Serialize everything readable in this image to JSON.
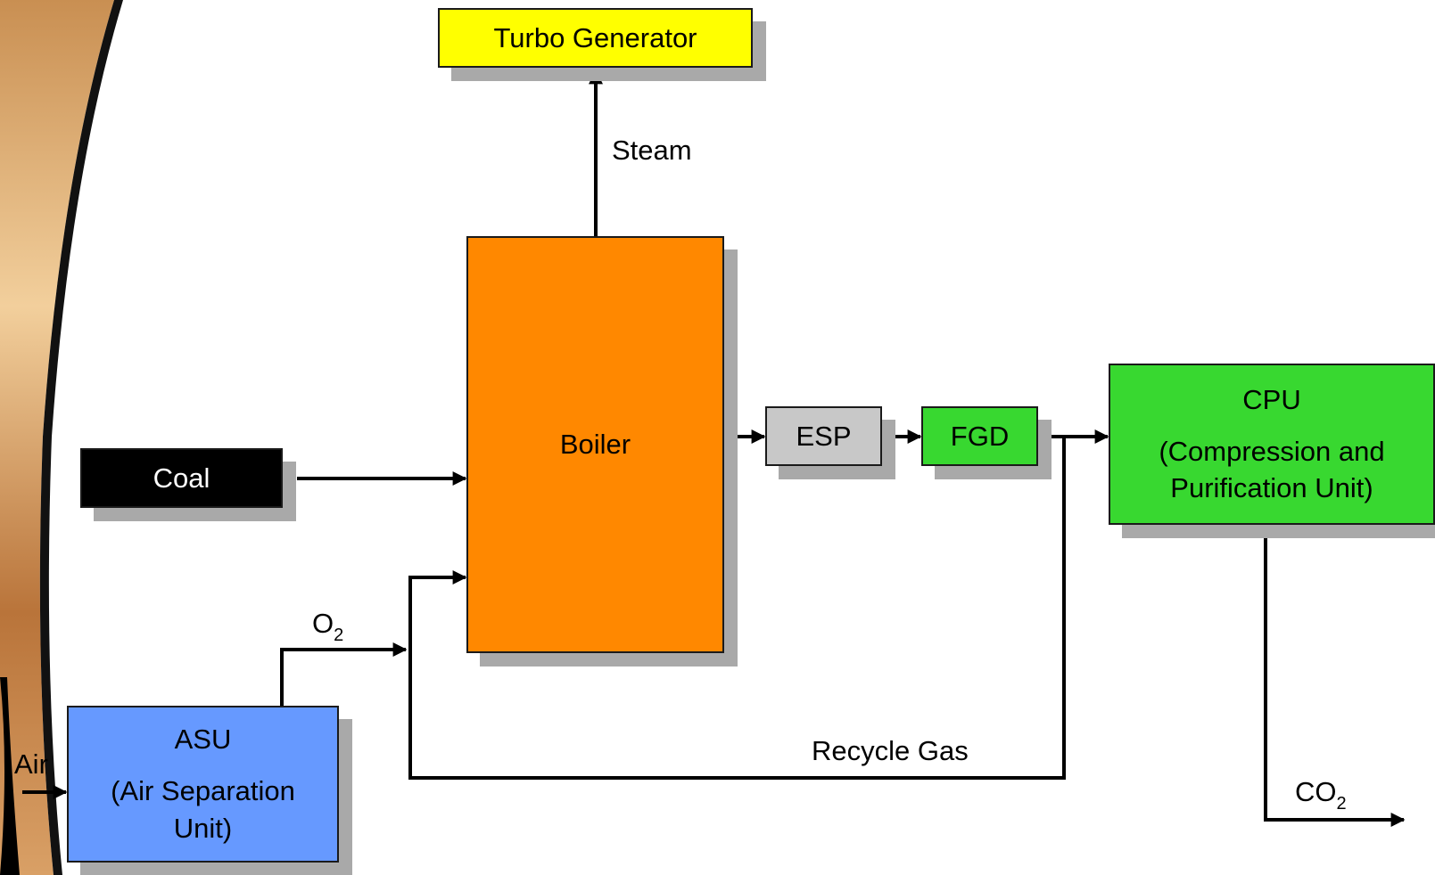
{
  "colors": {
    "turbo": "#ffff00",
    "boiler": "#ff8800",
    "esp": "#c8c8c8",
    "green": "#38d830",
    "coal": "#000000",
    "asu": "#6699ff",
    "line": "#000000"
  },
  "nodes": {
    "turbo": {
      "label": "Turbo Generator"
    },
    "boiler": {
      "label": "Boiler"
    },
    "esp": {
      "label": "ESP"
    },
    "fgd": {
      "label": "FGD"
    },
    "cpu": {
      "title": "CPU",
      "line1": "(Compression and",
      "line2": "Purification Unit)"
    },
    "coal": {
      "label": "Coal"
    },
    "asu": {
      "title": "ASU",
      "line1": "(Air Separation",
      "line2": "Unit)"
    }
  },
  "flow_labels": {
    "steam": "Steam",
    "o2_main": "O",
    "o2_sub": "2",
    "recycle": "Recycle Gas",
    "air": "Air",
    "co2_main": "CO",
    "co2_sub": "2"
  }
}
